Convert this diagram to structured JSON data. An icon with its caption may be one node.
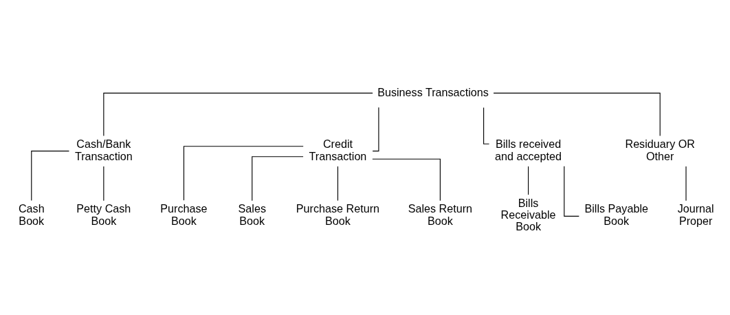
{
  "diagram": {
    "nodes": [
      {
        "text": [
          "Business Transactions"
        ]
      },
      {
        "text": [
          "Cash/Bank Transaction"
        ]
      },
      {
        "text": [
          "Credit Transaction"
        ]
      },
      {
        "text": [
          "Bills received and accepted"
        ]
      },
      {
        "text": [
          "Residuary OR Other"
        ]
      },
      {
        "text": [
          "Cash Book"
        ]
      },
      {
        "text": [
          "Petty Cash Book"
        ]
      },
      {
        "text": [
          "Bills Receivable Book"
        ]
      },
      {
        "text": [
          "Bills Payable Book"
        ]
      },
      {
        "text": [
          "Journal Proper"
        ]
      },
      {
        "text": [
          "Purchase Book"
        ]
      },
      {
        "text": [
          "Sales Book"
        ]
      },
      {
        "text": [
          "Purchase Return Book"
        ]
      },
      {
        "text": [
          "Sales Return Book"
        ]
      }
    ],
    "edges": [
      {
        "from": 0,
        "to": 1,
        "arrow": "none"
      },
      {
        "from": 0,
        "to": 2,
        "arrow": "none"
      },
      {
        "from": 0,
        "to": 3,
        "arrow": "none"
      },
      {
        "from": 0,
        "to": 4,
        "arrow": "none"
      },
      {
        "from": 1,
        "to": 5,
        "arrow": "none"
      },
      {
        "from": 1,
        "to": 6,
        "arrow": "none"
      },
      {
        "from": 3,
        "to": 7,
        "arrow": "none"
      },
      {
        "from": 3,
        "to": 8,
        "arrow": "none"
      },
      {
        "from": 4,
        "to": 9,
        "arrow": "none"
      },
      {
        "from": 2,
        "to": 10,
        "arrow": "none"
      },
      {
        "from": 2,
        "to": 11,
        "arrow": "none"
      },
      {
        "from": 2,
        "to": 12,
        "arrow": "none"
      },
      {
        "from": 2,
        "to": 13,
        "arrow": "none"
      }
    ]
  }
}
